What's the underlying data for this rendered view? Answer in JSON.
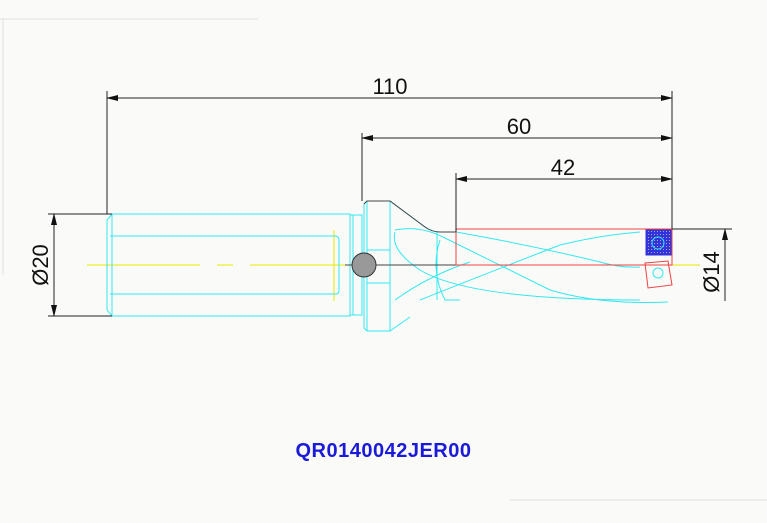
{
  "dimensions": {
    "overall_length": "110",
    "body_length": "60",
    "drill_depth": "42",
    "shank_diameter": "Ø20",
    "drill_diameter": "Ø14"
  },
  "part_number": "QR0140042JER00",
  "colors": {
    "outline": "#33e8f0",
    "dimension": "#222222",
    "edge": "#f04040",
    "insert": "#3333dd",
    "centerline": "#e8e800",
    "part_number": "#1a1ad8"
  }
}
